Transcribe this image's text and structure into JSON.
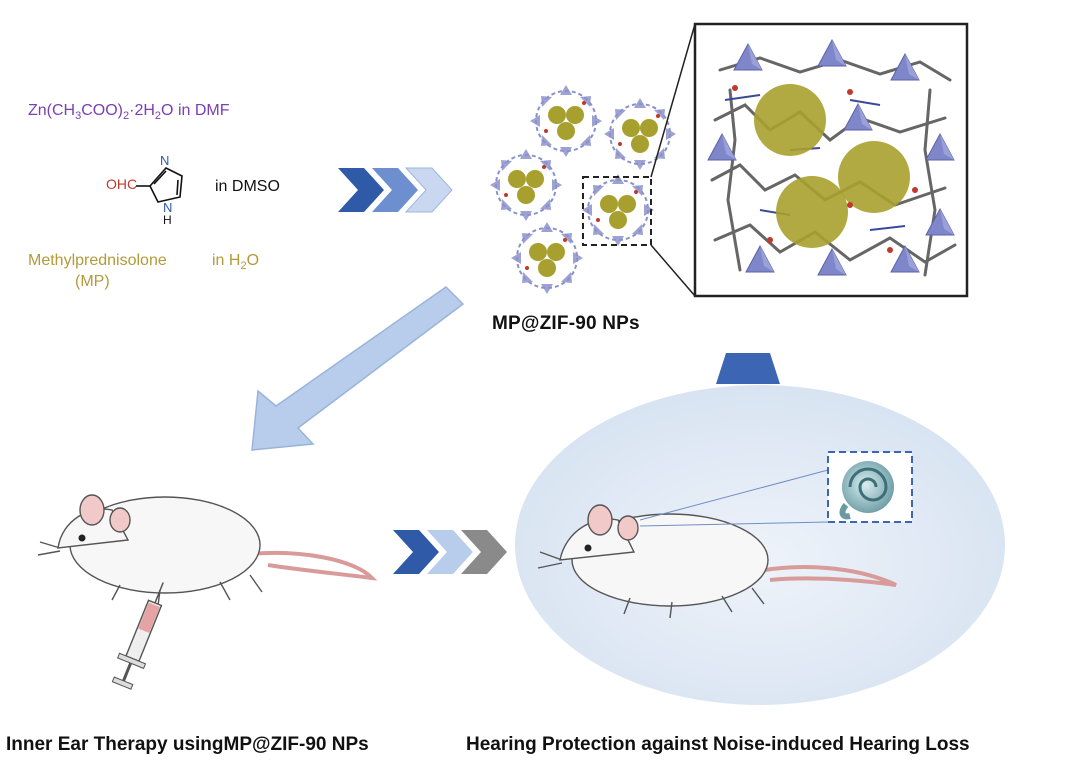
{
  "reagents": {
    "zinc_prefix": "Zn(CH",
    "zinc_sub1": "3",
    "zinc_mid": "COO)",
    "zinc_sub2": "2",
    "zinc_mid2": "·2H",
    "zinc_sub3": "2",
    "zinc_suffix": "O  in DMF",
    "imidazole_solvent": "in DMSO",
    "imidazole_ohc": "OHC",
    "imidazole_n_top": "N",
    "imidazole_n_bottom": "N",
    "imidazole_h": "H",
    "drug_name": "Methylprednisolone",
    "drug_abbrev": "(MP)",
    "drug_solvent_prefix": "in H",
    "drug_solvent_sub": "2",
    "drug_solvent_suffix": "O"
  },
  "nanoparticles_label": "MP@ZIF-90 NPs",
  "captions": {
    "left": "Inner Ear Therapy usingMP@ZIF-90 NPs",
    "right": "Hearing Protection against Noise-induced Hearing Loss"
  },
  "colors": {
    "chevron_dark": "#2e5aa8",
    "chevron_mid": "#6d8fcf",
    "chevron_light": "#c9d8f0",
    "chevron_gray": "#8a8a8a",
    "arrow_fill": "#b8cdeb",
    "sphere_fill": "#a8a02e",
    "tetra_fill": "#7f86c9",
    "ellipse_fill": "#e6eef7",
    "speaker_fill": "#3c66b3"
  }
}
